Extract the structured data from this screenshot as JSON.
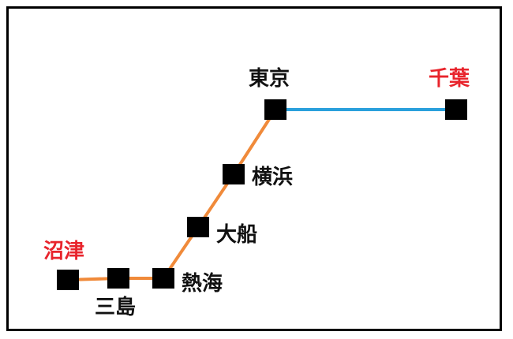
{
  "colors": {
    "border": "#000000",
    "station": "#000000",
    "line_orange": "#f08a3a",
    "line_blue": "#2aa0dc",
    "label_default": "#111111",
    "label_terminal": "#e8242c"
  },
  "stations": [
    {
      "id": "numazu",
      "name": "沼津",
      "highlight": true
    },
    {
      "id": "mishima",
      "name": "三島",
      "highlight": false
    },
    {
      "id": "atami",
      "name": "熱海",
      "highlight": false
    },
    {
      "id": "ofuna",
      "name": "大船",
      "highlight": false
    },
    {
      "id": "yokohama",
      "name": "横浜",
      "highlight": false
    },
    {
      "id": "tokyo",
      "name": "東京",
      "highlight": false
    },
    {
      "id": "chiba",
      "name": "千葉",
      "highlight": true
    }
  ],
  "lines": [
    {
      "id": "orange-line",
      "color_key": "line_orange",
      "stops": [
        "numazu",
        "mishima",
        "atami",
        "ofuna",
        "yokohama",
        "tokyo"
      ]
    },
    {
      "id": "blue-line",
      "color_key": "line_blue",
      "stops": [
        "tokyo",
        "chiba"
      ]
    }
  ]
}
